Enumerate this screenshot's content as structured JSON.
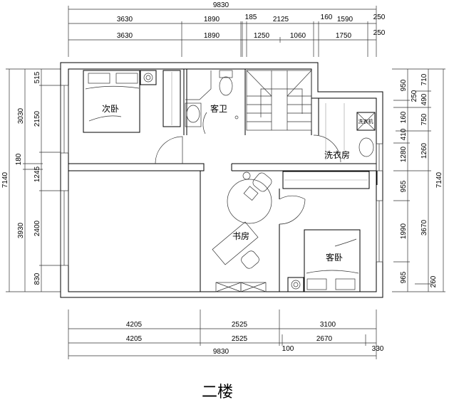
{
  "title": "二楼",
  "rooms": {
    "second_bedroom": "次卧",
    "guest_bath": "客卫",
    "laundry": "洗衣房",
    "washing_machine": "洗衣机",
    "study": "书房",
    "guest_bedroom": "客卧"
  },
  "dims": {
    "top_total": "9830",
    "top_row1": [
      "3630",
      "1890",
      "185",
      "2125",
      "160",
      "1590",
      "250"
    ],
    "top_row2": [
      "3630",
      "1890",
      "1250",
      "1060",
      "1750",
      "250"
    ],
    "left_total": "7140",
    "left_row1": [
      "3030",
      "180",
      "3930"
    ],
    "left_row2": [
      "515",
      "2150",
      "1245",
      "2400",
      "830"
    ],
    "right_row1": [
      "950",
      "250",
      "160",
      "1280",
      "410",
      "955",
      "1990",
      "965"
    ],
    "right_row2": [
      "710",
      "490",
      "750",
      "1260",
      "3670",
      "260"
    ],
    "right_total": "7140",
    "bottom_row1": [
      "4205",
      "2525",
      "3100"
    ],
    "bottom_row2": [
      "4205",
      "2525",
      "100",
      "2670",
      "330"
    ],
    "bottom_total": "9830"
  }
}
